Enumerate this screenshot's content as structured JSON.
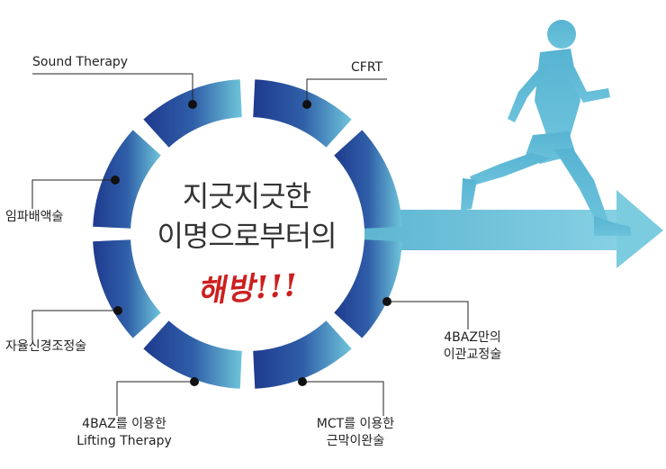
{
  "center": {
    "line1": "지긋지긋한",
    "line2": "이명으로부터의",
    "highlight": "해방!!!"
  },
  "segments": [
    {
      "id": "sound-therapy",
      "lines": [
        "Sound Therapy"
      ]
    },
    {
      "id": "cfrt",
      "lines": [
        "CFRT"
      ]
    },
    {
      "id": "impa",
      "lines": [
        "임파배액술"
      ]
    },
    {
      "id": "jayul",
      "lines": [
        "자율신경조정술"
      ]
    },
    {
      "id": "4baz-joint",
      "lines": [
        "4BAZ만의",
        "이관교정술"
      ]
    },
    {
      "id": "4baz-lifting",
      "lines": [
        "4BAZ를 이용한",
        "Lifting Therapy"
      ]
    },
    {
      "id": "mct",
      "lines": [
        "MCT를 이용한",
        "근막이완술"
      ]
    }
  ],
  "colors": {
    "ring_dark": "#233f92",
    "ring_mid": "#3467ad",
    "ring_light": "#67bfd6",
    "arrow": "#6fc3db",
    "runner": "#5bb8d4",
    "dot": "#111111",
    "highlight": "#cc1f1f"
  },
  "icons": [
    "runner-icon",
    "arrow-icon",
    "dot-icon"
  ]
}
